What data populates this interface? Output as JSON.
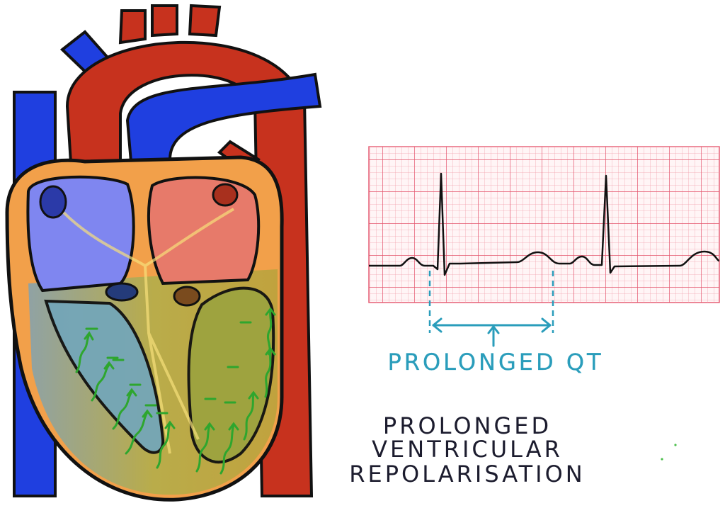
{
  "labels": {
    "qt_label": "PROLONGED QT",
    "caption_lines": [
      "PROLONGED",
      "VENTRICULAR",
      "REPOLARISATION"
    ]
  },
  "colors": {
    "artery_red": "#c7321e",
    "vein_blue": "#1f3fe0",
    "muscle_orange": "#f2a04a",
    "right_atrium": "#7f86f0",
    "left_atrium": "#e77a6a",
    "right_ventricle": "#74a6b8",
    "left_ventricle": "#9da33f",
    "wave_green": "#2ea62e",
    "ecg_grid": "#ee5f76",
    "ecg_trace": "#111111",
    "qt_teal": "#2a9dbb",
    "caption_ink": "#1c1c2e"
  },
  "icons": [
    "repolarisation-arrow-icon",
    "qt-bracket-arrow-icon"
  ]
}
